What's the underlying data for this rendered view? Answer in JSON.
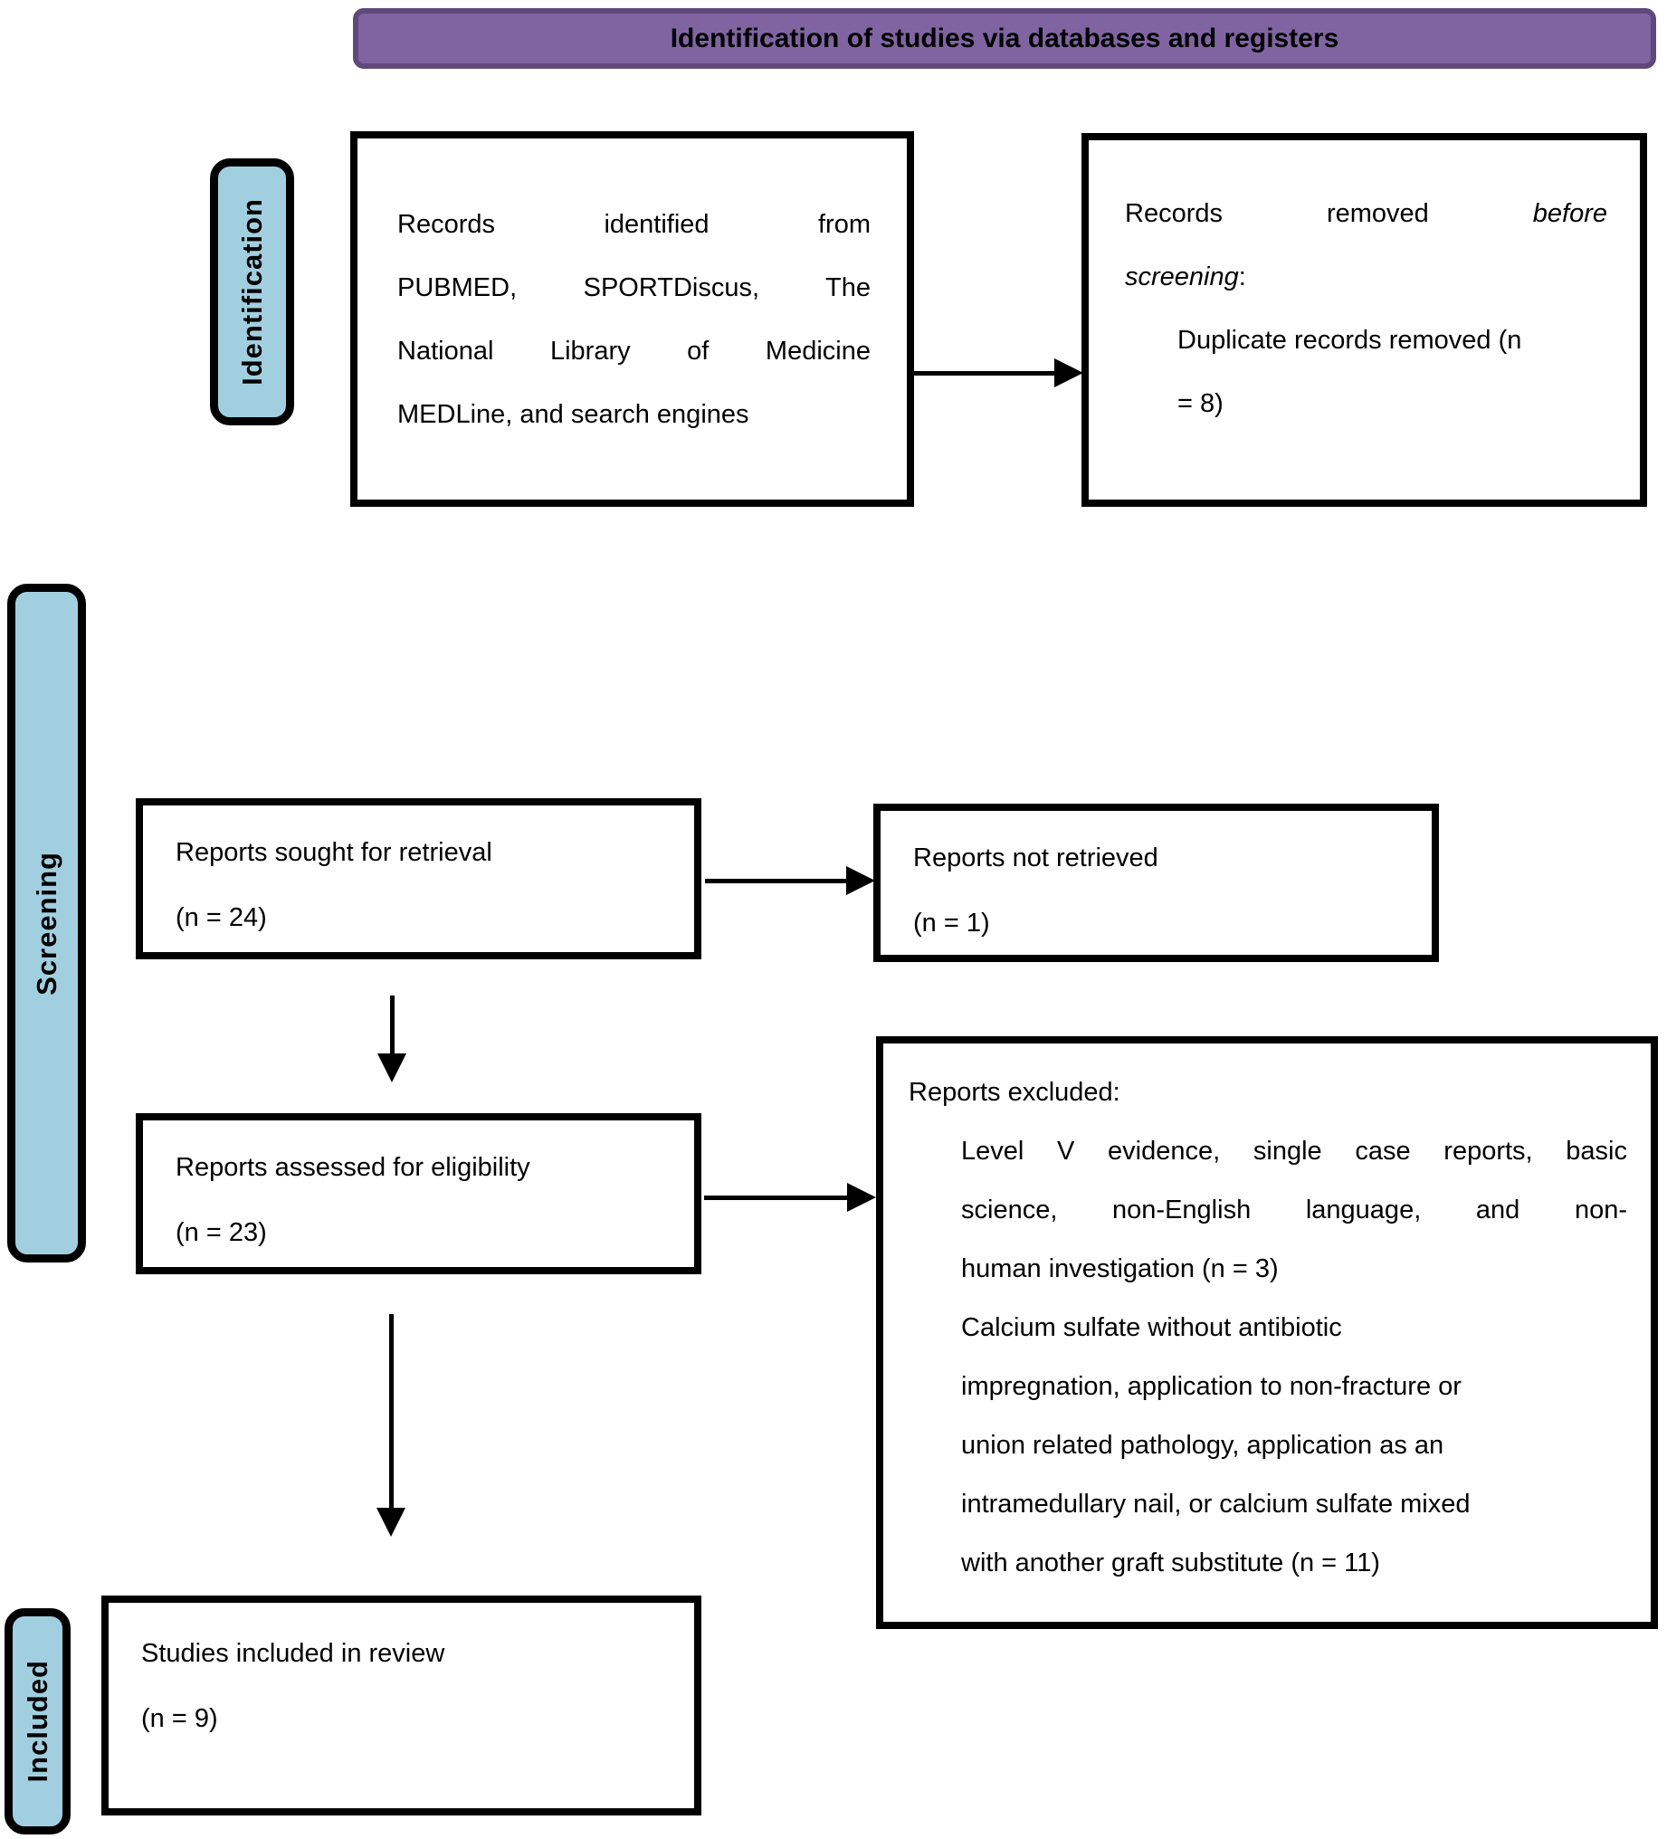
{
  "title": {
    "label": "Identification of studies via databases and registers"
  },
  "stage_labels": {
    "identification": "Identification",
    "screening": "Screening",
    "included": "Included"
  },
  "colors": {
    "header_fill": "#8064A2",
    "header_border": "#5F497A",
    "stage_fill": "#A2CFE0",
    "box_border": "#000000"
  },
  "boxes": {
    "records_identified": {
      "lines": [
        {
          "text": "Records identified from",
          "stretch": true
        },
        {
          "text": "PUBMED, SPORTDiscus, The",
          "stretch": true
        },
        {
          "text": "National Library of Medicine",
          "stretch": true
        },
        {
          "text": "MEDLine, and search engines"
        }
      ]
    },
    "records_removed": {
      "lines": [
        {
          "segments": [
            {
              "text": "Records removed ",
              "italic": false
            },
            {
              "text": "before",
              "italic": true
            }
          ],
          "stretch": true
        },
        {
          "segments": [
            {
              "text": "screening",
              "italic": true
            },
            {
              "text": ":",
              "italic": false
            }
          ]
        },
        {
          "text": "Duplicate records removed (n",
          "indent": true
        },
        {
          "text": "= 8)",
          "indent": true
        }
      ]
    },
    "reports_sought": {
      "lines": [
        {
          "text": "Reports sought for retrieval"
        },
        {
          "text": "(n = 24)"
        }
      ]
    },
    "reports_not_retrieved": {
      "lines": [
        {
          "text": "Reports not retrieved"
        },
        {
          "text": "(n = 1)"
        }
      ]
    },
    "reports_assessed": {
      "lines": [
        {
          "text": "Reports assessed for eligibility"
        },
        {
          "text": "(n = 23)"
        }
      ]
    },
    "reports_excluded": {
      "lines": [
        {
          "text": "Reports excluded:"
        },
        {
          "text": "Level V evidence, single case reports, basic",
          "indent": true,
          "stretch": true
        },
        {
          "text": "science, non-English language, and non-",
          "indent": true,
          "stretch": true
        },
        {
          "text": "human investigation (n = 3)",
          "indent": true
        },
        {
          "text": "Calcium sulfate without antibiotic",
          "indent": true
        },
        {
          "text": "impregnation, application to non-fracture or",
          "indent": true
        },
        {
          "text": "union related pathology, application as an",
          "indent": true
        },
        {
          "text": "intramedullary nail, or calcium sulfate mixed",
          "indent": true
        },
        {
          "text": "with another graft substitute (n = 11)",
          "indent": true
        }
      ]
    },
    "studies_included": {
      "lines": [
        {
          "text": "Studies included in review"
        },
        {
          "text": "(n = 9)"
        }
      ]
    }
  }
}
